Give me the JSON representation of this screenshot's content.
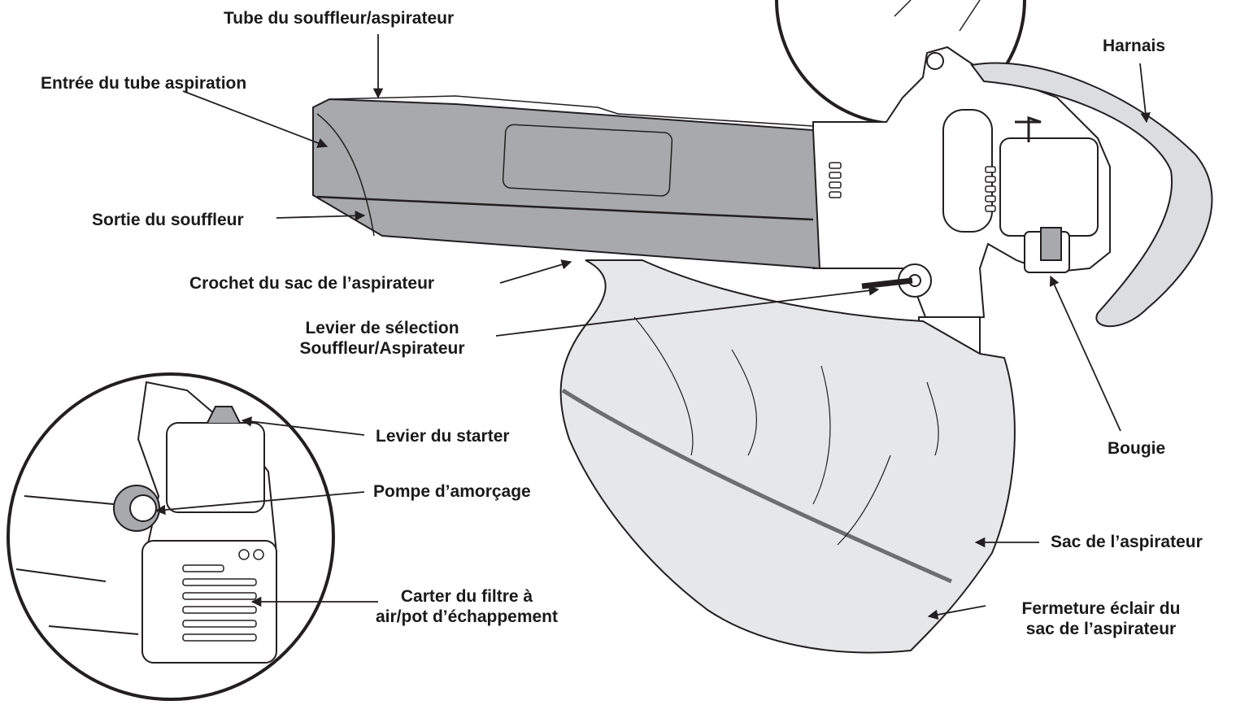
{
  "labels": {
    "blower_tube": "Tube du souffleur/aspirateur",
    "harness": "Harnais",
    "vacuum_inlet": "Entrée du tube aspiration",
    "blower_outlet": "Sortie du souffleur",
    "bag_hook": "Crochet du sac de l’aspirateur",
    "selector_line1": "Levier de sélection",
    "selector_line2": "Souffleur/Aspirateur",
    "choke": "Levier du starter",
    "spark_plug": "Bougie",
    "primer": "Pompe d’amorçage",
    "vacuum_bag": "Sac de l’aspirateur",
    "filter_line1": "Carter du filtre à",
    "filter_line2": "air/pot d’échappement",
    "zipper_line1": "Fermeture éclair du",
    "zipper_line2": "sac de l’aspirateur"
  },
  "colors": {
    "tube": "#a7a9ac",
    "tube_dark": "#8c8e91",
    "bag": "#e6e7e8",
    "outline": "#231f20",
    "background": "#ffffff"
  }
}
